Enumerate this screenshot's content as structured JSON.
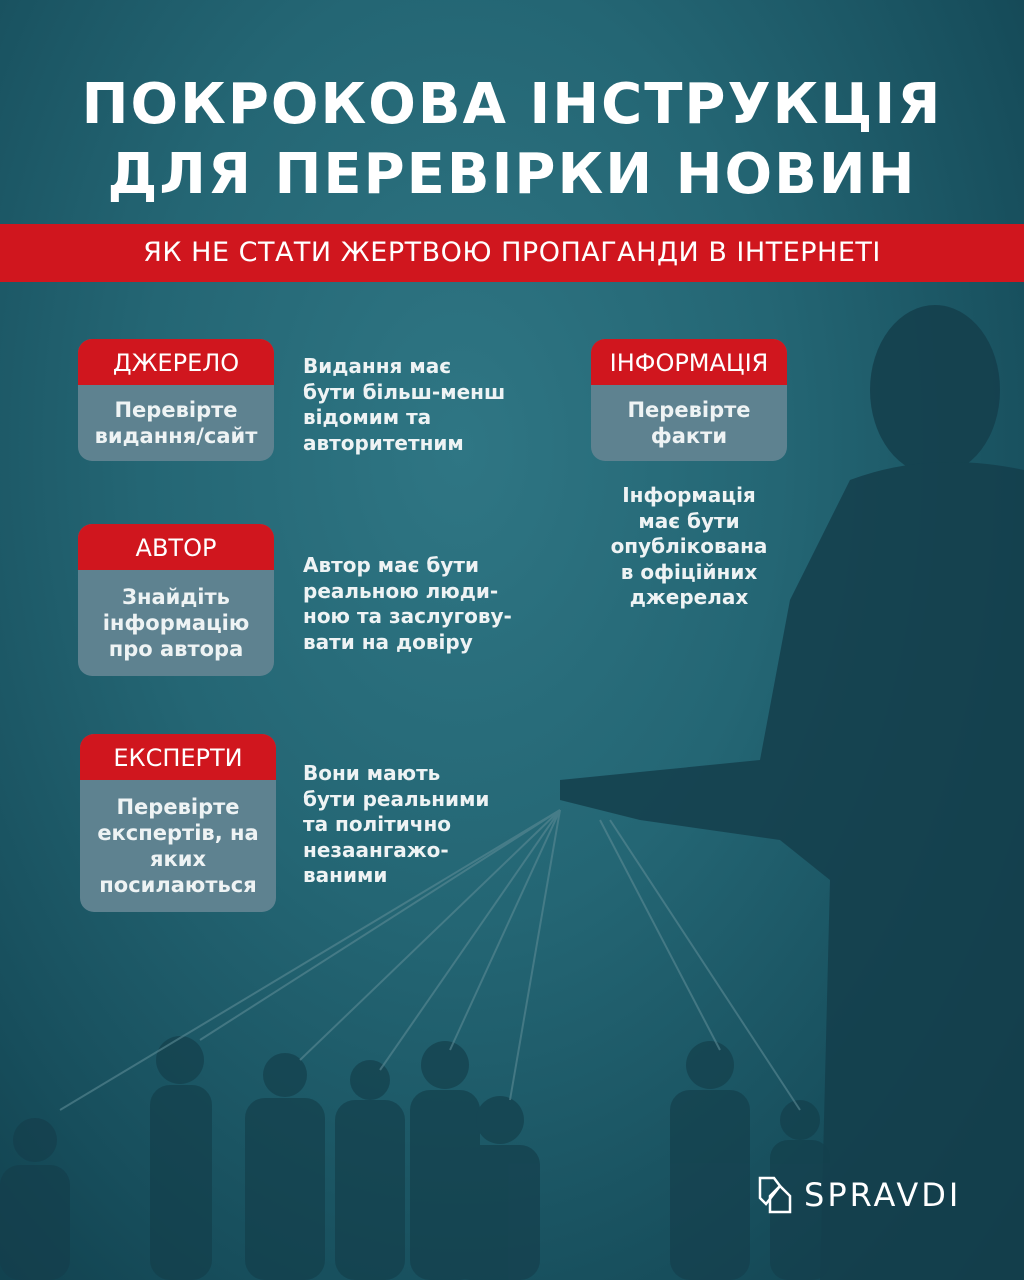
{
  "title": {
    "line1": "ПОКРОКОВА ІНСТРУКЦІЯ",
    "line2": "ДЛЯ ПЕРЕВІРКИ НОВИН"
  },
  "subtitle": "ЯК НЕ СТАТИ ЖЕРТВОЮ ПРОПАГАНДИ В ІНТЕРНЕТІ",
  "steps": [
    {
      "header": "ДЖЕРЕЛО",
      "body": "Перевірте видання/сайт",
      "note": "Видання має\nбути більш-менш\nвідомим та\nавторитетним"
    },
    {
      "header": "АВТОР",
      "body": "Знайдіть інформацію про автора",
      "note": "Автор має бути\nреальною люди-\nною та заслугову-\nвати на довіру"
    },
    {
      "header": "ЕКСПЕРТИ",
      "body": "Перевірте експертів, на яких посилаються",
      "note": "Вони мають\nбути реальними\nта політично\nнезаангажо-\nваними"
    },
    {
      "header": "ІНФОРМАЦІЯ",
      "body": "Перевірте факти",
      "note": "Інформація\nмає бути\nопублікована\nв офіційних\nджерелах"
    }
  ],
  "logo": {
    "text": "SPRAVDI"
  },
  "colors": {
    "accent": "#d0161e",
    "card": "#5e8290",
    "background": "#246674"
  }
}
